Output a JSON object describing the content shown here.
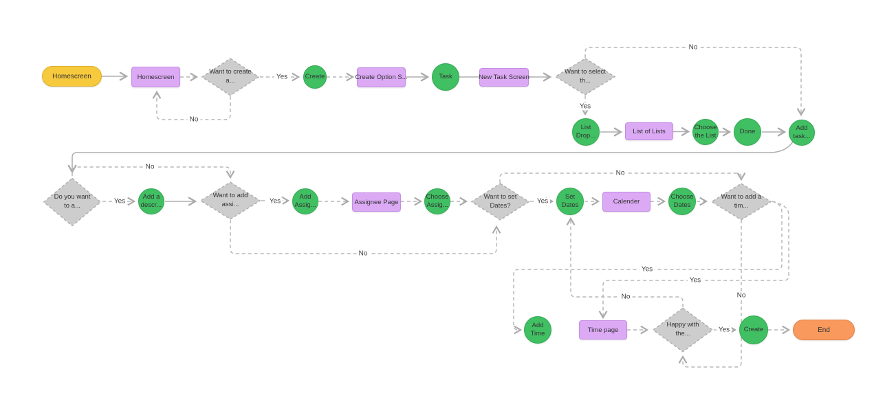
{
  "canvas": {
    "background": "#ffffff"
  },
  "colors": {
    "start_fill": "#F7C93C",
    "screen_fill": "#DCA9F5",
    "action_fill": "#41BF63",
    "decision_fill": "#CDCDCD",
    "end_fill": "#F9995E",
    "connector": "#AFAFAF"
  },
  "nodes": {
    "start_homescreen": {
      "label": "Homescreen",
      "type": "start"
    },
    "homescreen_screen": {
      "label": "Homescreen",
      "type": "screen"
    },
    "want_create_decision": {
      "label": "Want to create a...",
      "type": "decision"
    },
    "create_action": {
      "label": "Create",
      "type": "action"
    },
    "create_option_screen": {
      "label": "Create Option S...",
      "type": "screen"
    },
    "task_action": {
      "label": "Task",
      "type": "action"
    },
    "new_task_screen": {
      "label": "New Task Screen",
      "type": "screen"
    },
    "want_select_decision": {
      "label": "Want to select th...",
      "type": "decision"
    },
    "list_drop_action": {
      "label": "List Drop...",
      "type": "action"
    },
    "list_of_lists_screen": {
      "label": "List of Lists",
      "type": "screen"
    },
    "choose_list_action": {
      "label": "Choose the List",
      "type": "action"
    },
    "done_action": {
      "label": "Done",
      "type": "action"
    },
    "add_task_action": {
      "label": "Add task...",
      "type": "action"
    },
    "description_decision": {
      "label": "Do you want to a...",
      "type": "decision"
    },
    "add_description_action": {
      "label": "Add a descr...",
      "type": "action"
    },
    "assignee_decision": {
      "label": "Want to add assi...",
      "type": "decision"
    },
    "add_assignee_action": {
      "label": "Add Assig...",
      "type": "action"
    },
    "assignee_page_screen": {
      "label": "Assignee Page",
      "type": "screen"
    },
    "choose_assignee_action": {
      "label": "Choose Assig...",
      "type": "action"
    },
    "dates_decision": {
      "label": "Want to set Dates?",
      "type": "decision"
    },
    "set_dates_action": {
      "label": "Set Dates",
      "type": "action"
    },
    "calender_screen": {
      "label": "Calender",
      "type": "screen"
    },
    "choose_dates_action": {
      "label": "Choose Dates",
      "type": "action"
    },
    "timer_decision": {
      "label": "Want to add a tim...",
      "type": "decision"
    },
    "add_time_action": {
      "label": "Add Time",
      "type": "action"
    },
    "time_page_screen": {
      "label": "Time page",
      "type": "screen"
    },
    "happy_decision": {
      "label": "Happy with the...",
      "type": "decision"
    },
    "create_final_action": {
      "label": "Create",
      "type": "action"
    },
    "end_node": {
      "label": "End",
      "type": "end"
    }
  },
  "edge_labels": {
    "create_yes": "Yes",
    "create_no": "No",
    "select_no": "No",
    "select_yes": "Yes",
    "desc_no": "No",
    "desc_yes": "Yes",
    "assignee_yes": "Yes",
    "assignee_no": "No",
    "dates_yes": "Yes",
    "dates_no": "No",
    "timer_yes_add_time": "Yes",
    "timer_yes_time_page": "Yes",
    "timer_no": "No",
    "happy_no": "No",
    "happy_yes": "Yes"
  }
}
